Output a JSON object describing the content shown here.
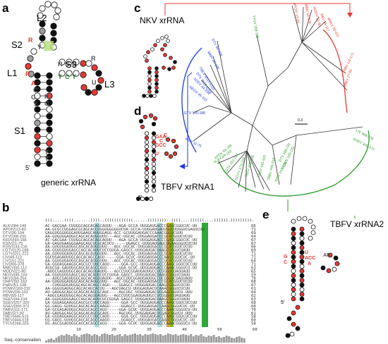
{
  "panels": {
    "a": "a",
    "b": "b",
    "c": "c",
    "d": "d",
    "e": "e"
  },
  "panel_a": {
    "stems": [
      "S1",
      "S2",
      "S3"
    ],
    "loops": [
      "L1",
      "L2",
      "L3"
    ],
    "caption": "generic xrRNA",
    "five_prime": "5'",
    "letters": {
      "s2_left": [
        "R",
        "Y"
      ],
      "s3_top": [
        "R",
        "G",
        "G"
      ],
      "s3_bot": [
        "Y",
        "C",
        "Y"
      ],
      "l1": [
        "R",
        "A",
        "C",
        "G",
        "Y"
      ],
      "s1_left": [
        "R",
        "C",
        "Y",
        "R",
        "R"
      ],
      "s1_right": [
        "Y",
        "Y"
      ],
      "s3_tail": [
        "U",
        "R"
      ]
    }
  },
  "panel_c": {
    "title": "NKV xrRNA",
    "scale": "0.3",
    "red_taxa": [
      "APOIV 13-83",
      "MMV 51-106",
      "MODV 21-80",
      "RBV 55-117",
      "MMLV 50-112",
      "TABV 111-171",
      "TABV 27-92"
    ],
    "blue_taxa": [
      "DTV 36-104",
      "MMV 36-106",
      "TBEV 3515-6316",
      "DTV 3515-6316",
      "SGEV 44-104",
      "NEGV 46-103",
      "LGTV 120-188",
      "KSIV 11-75"
    ],
    "green_taxa": [
      "TYUV 268-325",
      "LIV 306-378",
      "SGEV 300-372",
      "POWV 169-232",
      "DTV 168-231",
      "KSIV 143-216",
      "KFDV 93-166",
      "ALKV 84-149",
      "LGTV 151-222",
      "GGYV 173-259",
      "TBEV 439-506",
      "TBEV 445-515",
      "TBEV 444-518"
    ]
  },
  "panel_d": {
    "caption": "TBFV xrRNA1",
    "five_prime": "5'"
  },
  "panel_e": {
    "caption": "TBFV xrRNA2",
    "five_prime": "5'"
  },
  "panel_b": {
    "structure": "(((.....((((.......))))..((((((((((((......))))))))..((((....((((((....)))))).))))))))).",
    "names": [
      "ALKV|84-149",
      "APOIV|13-83",
      "DTV|36-104",
      "DTV|168-231",
      "KFDV|93-166",
      "KSIV|11-75",
      "KSIV|143-216",
      "LGTV|120-188",
      "LGTV|151-222",
      "LIV|49-113",
      "LIV|151-221",
      "LIV|306-378",
      "MMLV|50-112",
      "MODV|21-80",
      "NEGV|46-103",
      "NKV|184-254",
      "OHFV|92-162",
      "PaRV|51-108",
      "POWV|169-232",
      "POWV|36-102",
      "RBV|55-117",
      "SGEV|44-104",
      "SGEV|257-325",
      "SGEV|300-372",
      "TABV|111-171",
      "TABV|27-92",
      "TBEV|445-515",
      "TBEV|444-518",
      "TYUV|268-325"
    ],
    "sequences": [
      "AC-GACGAA-CUUGGCAGCACAGCAUUU---AGA-GCCA-UUGGAUGACCCGAGCGGUCUC-UU",
      "AA-GCGCCUGGAGCGCAGCACCUGGUGGGGGUCUA-GCCA-UUGGAUGAUUGGCUUGGUCGAGUCUU",
      "GAGGUGGGUGGGAUUGAAGCAUUGGAGG-ACC-GCUUGGAUGACCCAAACGGGUCUUU",
      "AA-GUGUGGAUGGCAGCACAUGGUUU---AGC-UGCAC-UUGGAUGACCCGCACGGUCUCUU",
      "AC-GACGAA-CUUGGCAGCACAGCAUUU---AGA-GCCA-UUGGAUGACCCGAGCGGUCUC-UU",
      "GA-GAGUGAAGGGAAGCAGCUCGCACUCU-----UGAGCC-UUGGAUGAUCUGAAGGGUCUCUU",
      "AA-GUGUGGAUGGCAGCACAUGGUUU---AGC-UGCAC-UUGGAUGACCCGCACGGUCUCUU",
      "AA-GGUGGUGGAGCCAGCACAUUCUCCGUGA-GAGCC-UUGGAUGACUAAGCGGGUCUAUU",
      "AA-GUGUGGAUGGCAGCACAUGGUUU---AGC-UGCAC-UUGGAUGACCCGCACGGUCUCUU",
      "GGCUGAGAUUGGCAGCACAGCCAGU-----GGA-GCUC-UUGGAUGACCCAAGCGGUCUC-UU",
      "AA-GGUGUGAUGGCAGCACAUGGUUU---AGC-UGCAC-UUGGAUGACCCGCACGGUCUCUU",
      "GA-GGUAGGAAGGCAGCGCCUUCCAUU-----GGA-GCC-UUGGAUGACCCAAGCGGUCUCCUU",
      "AGGCGA-GAUUGGCAGCACAGCCAGU-----GGA-GCUC-UUGGAUGACCCAAACGGGUCU-UU",
      "-AUGCGAGUUGGCAGCACAGUUAUUG---AGCCUUCGGAUGAUUGCCUCGGGUCUAGUAUU",
      "AA-GGUGGUGGAGCCAGCACAUUCUCCGUGA-GAGCC-UUGGAUGACUAAGCGGGUCUAUU",
      "---AUGCGAGUUGGCAGCACAGUUAUUG--AGCCUUCGGAUGAUUGCCUCGGGUCUAGUAUU",
      "AA-GUGUGGAUGGCAGCACAUGGUUU---AGC-UGCAC-UUGGAUGACCCGCACGGUCUCUU",
      "---CUUGGUGUUGGCAGCACAGCCAGU----GGAGCC-UUGGAUGACCAAGCGGGUCUCUU",
      "AA-GGGUGAUGGCAGCACAUCACUU---AGCUAGCU-UUGGAUGACUCAAACGGGUCUCUU",
      "AU-GAUGGCAGCGCAGCACAGCGCAUC----AGCUGC-UUGGAUGACUCGAGCGGUCU-UUU",
      "-AUGCGAGUUGGCAGCACAGUUAUUG---AGCCUUCGGAUGAUUGCCUCGGGUCUAGUAUU",
      "AA-GGUGGUGGAGCCAGCACAUUCUCCGUGA-GAGCC-UUGGAUGACUAAGCGGGUCUAUU",
      "GA-GGUAGGAAGGCAGCGCCUUCCAUU-----GGA-GCC-UUGGAUGACCCAAGCGGUCUCCUU",
      "GG-GAGG-GUUGGCAGCACAGCCAAGU-----GGAGCC-UUGGAUGACCAAGCGGGUCUC-UU",
      "GA-GCGAGAUUGGCAGCGCAGCCAGU-----GGA-GCUC-UUGGAUGACCCAAACGGGUCU-UU",
      "AU-GAUGGCAGCGCAGCACAGCGCAUC----AGCUGC-UUGGAUGACUCGAGCGGUCU-UUU",
      "GA-GGUAGGAAGGCAGCGCCUUCCAUU-----GGA-GCC-UUGGAUGACCCAAGCGGUCUCCUU",
      "GG-GAGG-GUUGGCAGCACAGCCAAGU-----GGAGCC-UUGGAUGACCAAGCGGGUCUC-UU",
      "UG-AGCGGAUUGGCAGCACAGCCAGU-----GGA-GCUC-UUGGAUGACCCAAACGGGUCU-UU"
    ],
    "lengths": [
      "66",
      "71",
      "69",
      "64",
      "67",
      "67",
      "66",
      "69",
      "71",
      "71",
      "64",
      "71",
      "63",
      "65",
      "59",
      "70",
      "68",
      "67",
      "61",
      "64",
      "62",
      "63",
      "68",
      "68",
      "70",
      "61",
      "58",
      "60",
      "58"
    ],
    "ticks": [
      "10",
      "20",
      "30",
      "40",
      "50",
      "60"
    ],
    "conservation_label": "Seq. conservation"
  }
}
